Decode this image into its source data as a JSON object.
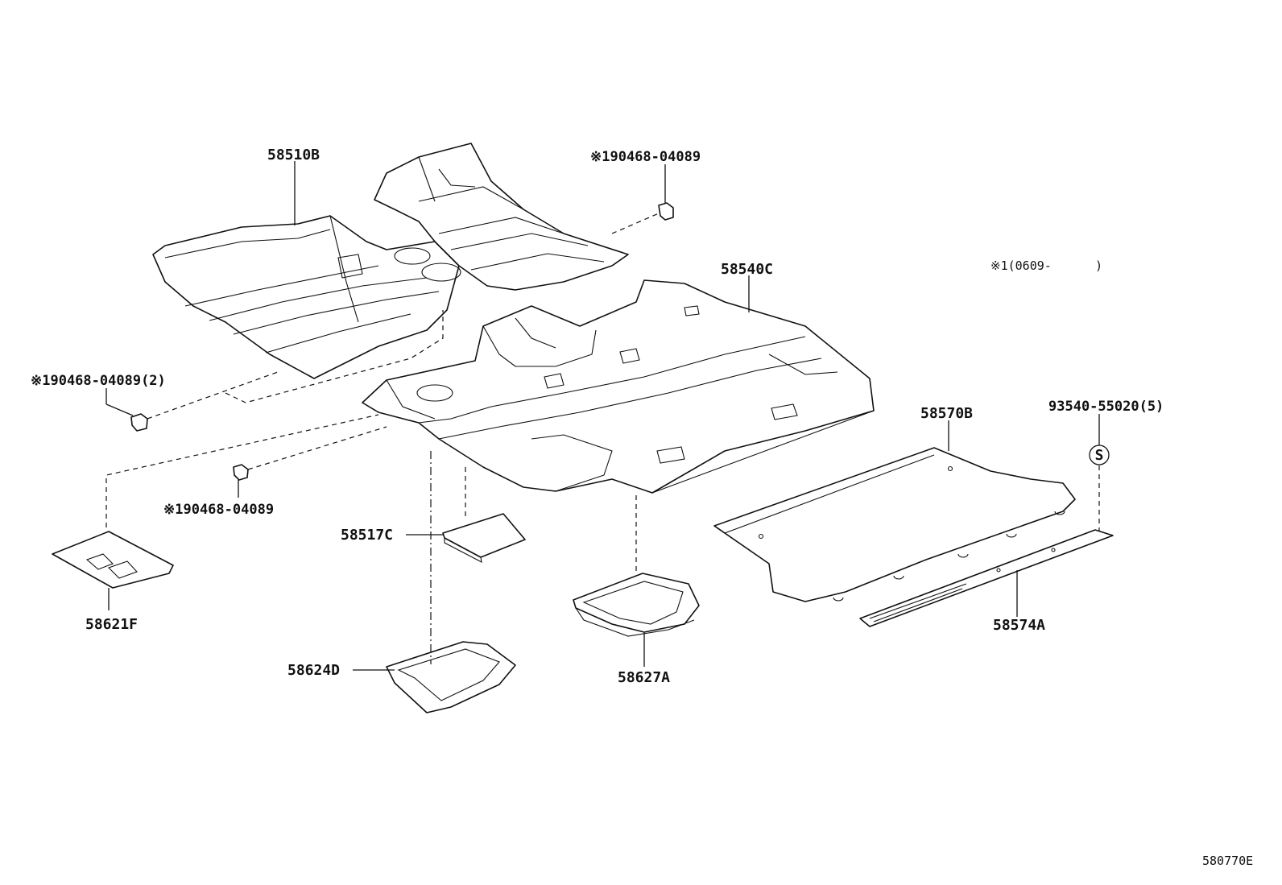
{
  "labels": {
    "p58510B": "58510B",
    "p58540C": "58540C",
    "p58570B": "58570B",
    "p58574A": "58574A",
    "p58517C": "58517C",
    "p58621F": "58621F",
    "p58624D": "58624D",
    "p58627A": "58627A",
    "clip_top": "※190468-04089",
    "clip_left": "※190468-04089(2)",
    "clip_mid": "※190468-04089",
    "screw": "93540-55020(5)",
    "screw_symbol": "S",
    "note": "※1(0609-      )",
    "figure_code": "580770E"
  }
}
